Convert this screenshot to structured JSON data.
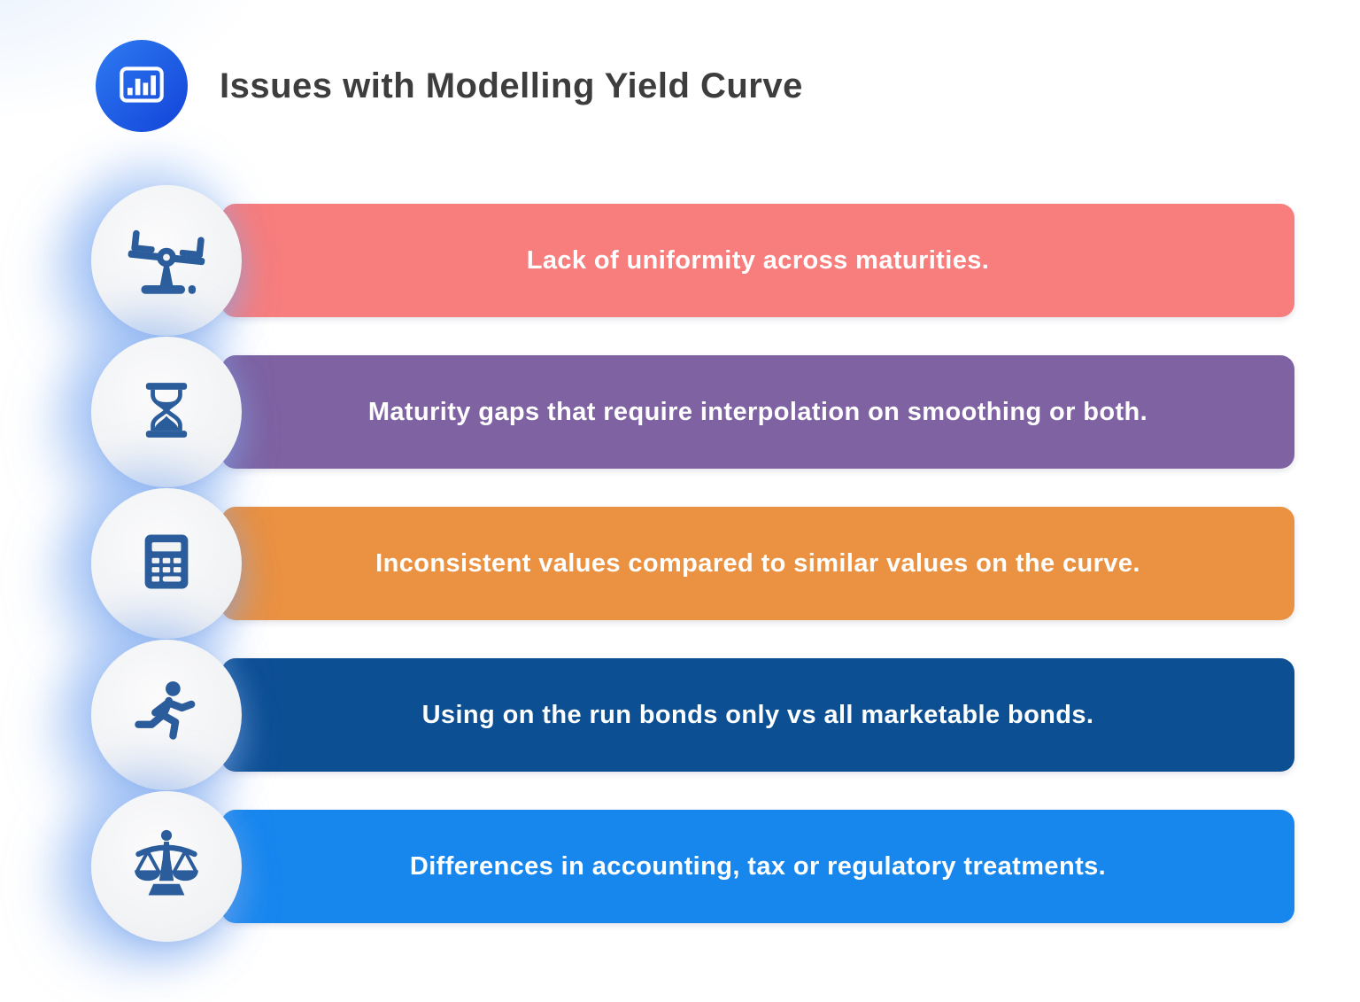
{
  "header": {
    "title": "Issues with Modelling Yield Curve",
    "icon": "bar-chart-icon"
  },
  "rows": [
    {
      "icon": "seesaw-icon",
      "color": "#F87D7D",
      "text": "Lack of uniformity across maturities."
    },
    {
      "icon": "hourglass-icon",
      "color": "#7E62A2",
      "text": "Maturity gaps that require interpolation on smoothing or both."
    },
    {
      "icon": "calculator-icon",
      "color": "#EA9142",
      "text": "Inconsistent values compared to similar values on the curve."
    },
    {
      "icon": "runner-icon",
      "color": "#0D4F93",
      "text": "Using on the run bonds only vs all marketable bonds."
    },
    {
      "icon": "scales-icon",
      "color": "#1787EE",
      "text": "Differences in accounting, tax or regulatory treatments."
    }
  ],
  "palette": {
    "icon_blue": "#2B5C9B",
    "title_color": "#3D3D3D",
    "header_gradient_start": "#2E7BF2",
    "header_gradient_end": "#1243D8",
    "glow_blue": "#8CB4F5",
    "text_on_bar": "#FFFFFF"
  }
}
